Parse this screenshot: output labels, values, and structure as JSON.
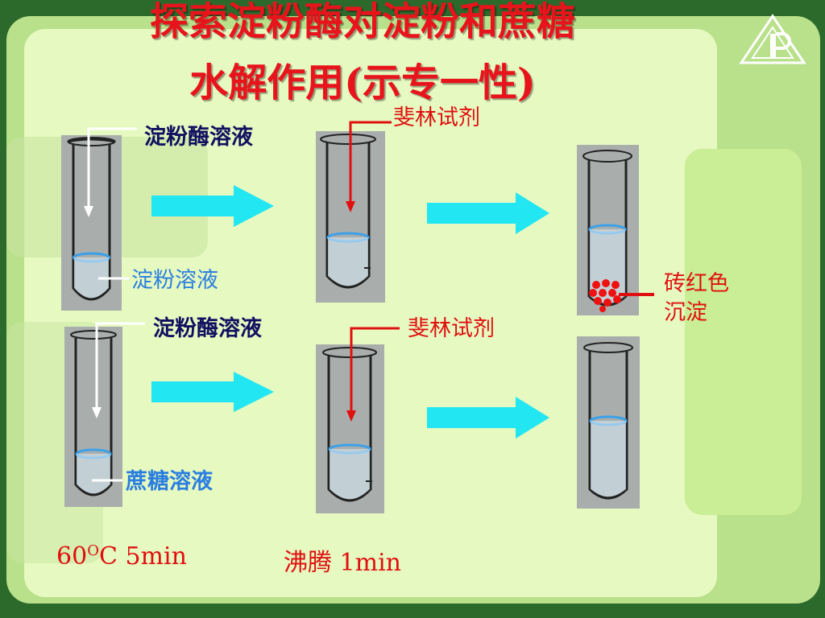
{
  "title": {
    "line1": "探索淀粉酶对淀粉和蔗糖",
    "line2": "水解作用(示专一性)"
  },
  "labels": {
    "enzyme_top": "淀粉酶溶液",
    "starch": "淀粉溶液",
    "fehling_top": "斐林试剂",
    "enzyme_bottom": "淀粉酶溶液",
    "fehling_bottom": "斐林试剂",
    "sucrose": "蔗糖溶液",
    "precipitate_line1": "砖红色",
    "precipitate_line2": "沉淀"
  },
  "conditions": {
    "temp_value": "60",
    "temp_unit_sup": "O",
    "temp_rest": "C 5min",
    "boil": "沸腾 1min"
  },
  "colors": {
    "title": "#e8141c",
    "label_navy": "#101060",
    "label_blue": "#2a7ee0",
    "label_red": "#e01010",
    "arrow_cyan": "#22e6f2",
    "liquid_line": "#3ca0e8",
    "precipitate": "#ee1111"
  }
}
